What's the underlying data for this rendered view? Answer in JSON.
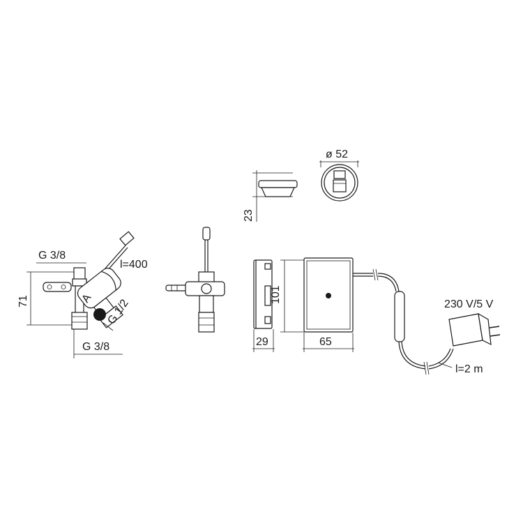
{
  "diagram": {
    "valve": {
      "thread_inlet": "G 3/8",
      "cable_length": "l=400",
      "height": "71",
      "thread_outlet": "G 1/2",
      "thread_bottom": "G 3/8",
      "marker_letter": "A"
    },
    "sensor": {
      "diameter": "ø 52",
      "height": "23"
    },
    "electronics_box": {
      "height": "101",
      "depth": "29",
      "width": "65"
    },
    "power_supply": {
      "rating": "230 V/5 V",
      "cable_length": "l=2 m"
    }
  }
}
